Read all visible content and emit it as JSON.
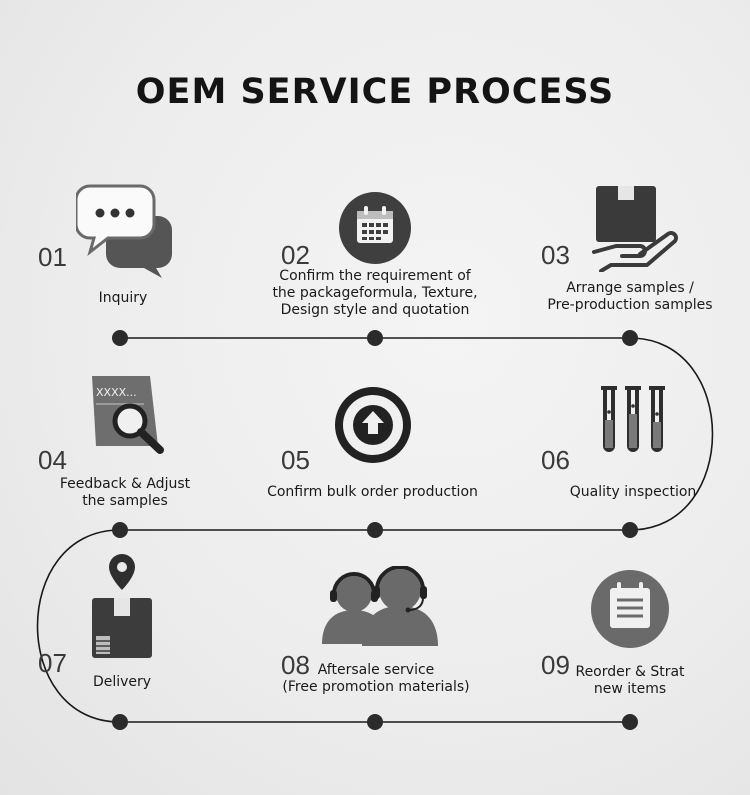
{
  "title": "OEM SERVICE PROCESS",
  "colors": {
    "icon_dark": "#3f3f3f",
    "icon_mid": "#7a7a7a",
    "line": "#1a1a1a"
  },
  "steps": [
    {
      "num": "01",
      "lines": [
        "Inquiry"
      ],
      "icon": "chat-bubbles-icon"
    },
    {
      "num": "02",
      "lines": [
        "Confirm the requirement of",
        "the packageformula, Texture,",
        "Design style and quotation"
      ],
      "icon": "calendar-icon"
    },
    {
      "num": "03",
      "lines": [
        "Arrange samples /",
        "Pre-production samples"
      ],
      "icon": "box-in-hand-icon"
    },
    {
      "num": "04",
      "lines": [
        "Feedback & Adjust",
        "the samples"
      ],
      "icon": "document-search-icon",
      "icon_text": "XXXX..."
    },
    {
      "num": "05",
      "lines": [
        "Confirm bulk order production"
      ],
      "icon": "upload-arrow-icon"
    },
    {
      "num": "06",
      "lines": [
        "Quality inspection"
      ],
      "icon": "test-tubes-icon"
    },
    {
      "num": "07",
      "lines": [
        "Delivery"
      ],
      "icon": "package-location-icon"
    },
    {
      "num": "08",
      "lines": [
        "Aftersale service",
        "(Free promotion materials)"
      ],
      "icon": "headset-support-icon"
    },
    {
      "num": "09",
      "lines": [
        "Reorder & Strat",
        "new items"
      ],
      "icon": "list-calendar-icon"
    }
  ]
}
